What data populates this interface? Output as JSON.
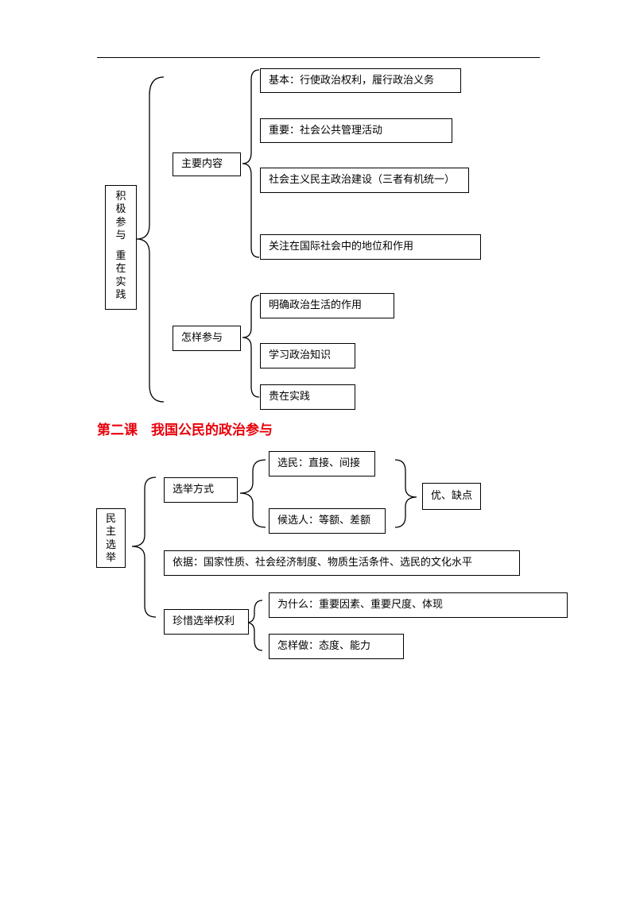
{
  "section1": {
    "root_chars": [
      "积",
      "极",
      "参",
      "与",
      "",
      "重",
      "在",
      "实",
      "践"
    ],
    "branches": [
      {
        "label": "主要内容",
        "items": [
          "基本：行使政治权利，履行政治义务",
          "重要：社会公共管理活动",
          "社会主义民主政治建设（三者有机统一）",
          "关注在国际社会中的地位和作用"
        ]
      },
      {
        "label": "怎样参与",
        "items": [
          "明确政治生活的作用",
          "学习政治知识",
          "贵在实践"
        ]
      }
    ]
  },
  "section2": {
    "title": "第二课　我国公民的政治参与",
    "root_chars": [
      "民",
      "主",
      "选",
      "举"
    ],
    "branch_method": {
      "label": "选举方式",
      "items": [
        "选民：直接、间接",
        "候选人：等额、差额"
      ],
      "result": "优、缺点"
    },
    "basis": "依据：国家性质、社会经济制度、物质生活条件、选民的文化水平",
    "branch_cherish": {
      "label": "珍惜选举权利",
      "items": [
        "为什么：重要因素、重要尺度、体现",
        "怎样做：态度、能力"
      ]
    }
  }
}
